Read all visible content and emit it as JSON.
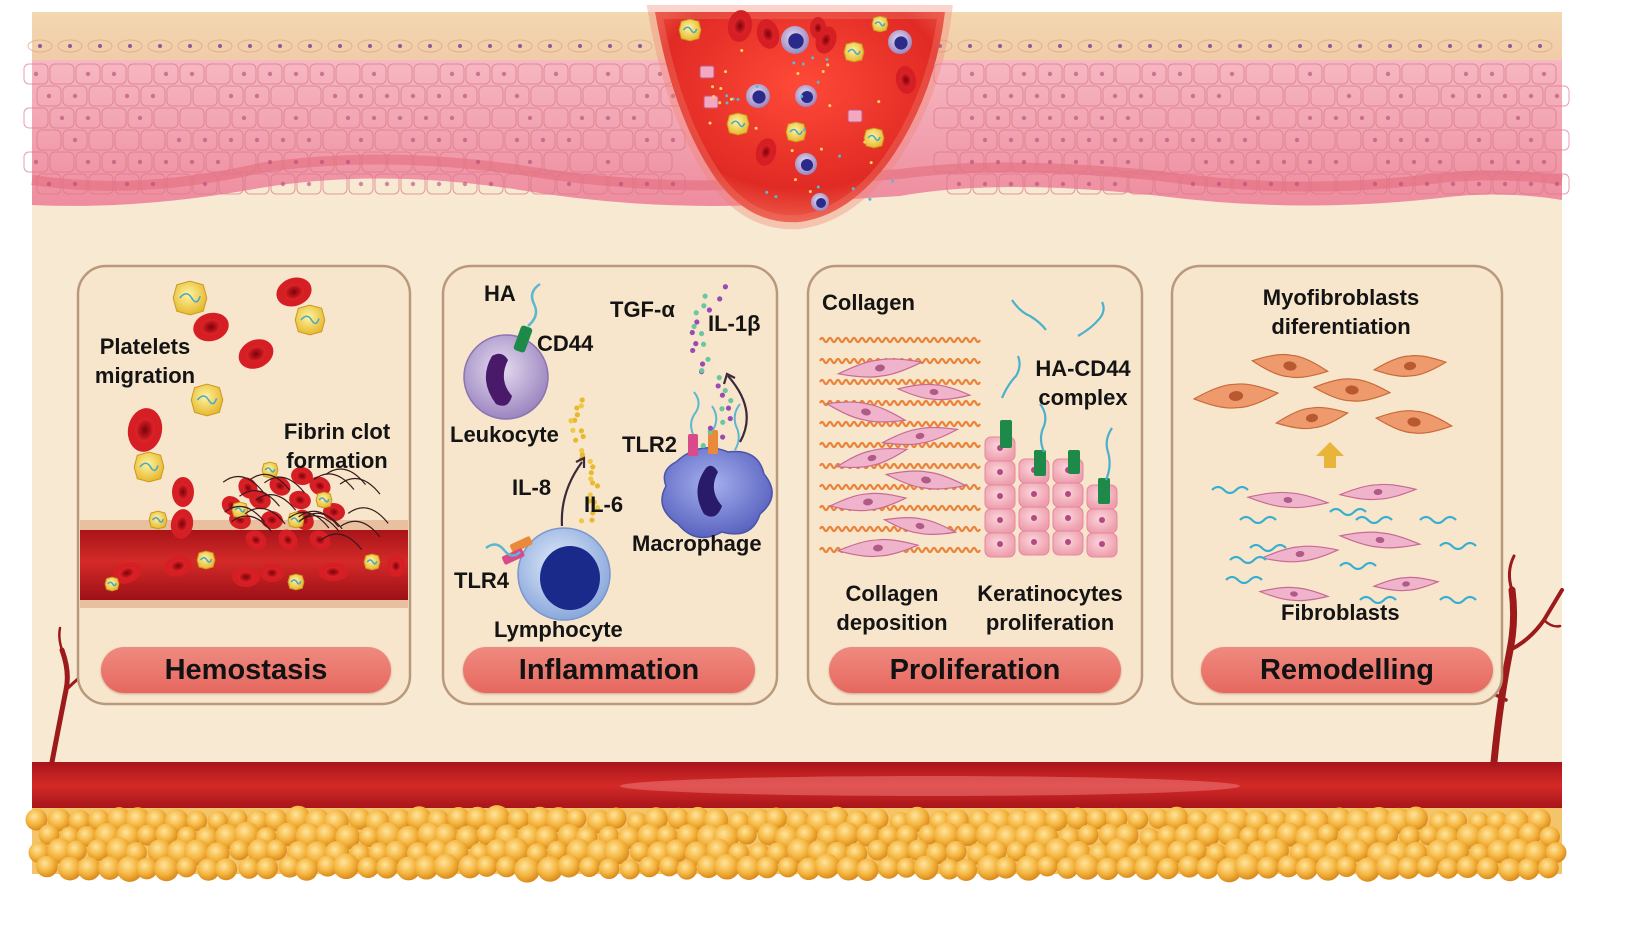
{
  "phases": [
    {
      "title": "Hemostasis"
    },
    {
      "title": "Inflammation"
    },
    {
      "title": "Proliferation"
    },
    {
      "title": "Remodelling"
    }
  ],
  "labels": {
    "platelets_migration": "Platelets\nmigration",
    "fibrin_clot_formation": "Fibrin clot\nformation",
    "ha": "HA",
    "cd44": "CD44",
    "leukocyte": "Leukocyte",
    "tgf_alpha": "TGF-α",
    "il_1beta": "IL-1β",
    "il_8": "IL-8",
    "il_6": "IL-6",
    "tlr2": "TLR2",
    "tlr4": "TLR4",
    "macrophage": "Macrophage",
    "lymphocyte": "Lymphocyte",
    "collagen": "Collagen",
    "ha_cd44_complex": "HA-CD44\ncomplex",
    "collagen_deposition": "Collagen\ndeposition",
    "keratinocytes_proliferation": "Keratinocytes\nproliferation",
    "myofibroblasts_differentiation": "Myofibroblasts\ndiferentiation",
    "fibroblasts": "Fibroblasts"
  },
  "colors": {
    "background": "#f8e9d2",
    "epidermis": "#f0a6b4",
    "wound": "#e8302a",
    "vessel": "#b81c1c",
    "fat": "#f2b23c",
    "panel_border": "#b89a80",
    "pill": "#e8766c",
    "rbc": "#c8161e",
    "platelet": "#e8c23a",
    "fibroblast": "#e9a7c4",
    "myofibroblast": "#e8875a",
    "ha_chain": "#5ab8d0"
  }
}
